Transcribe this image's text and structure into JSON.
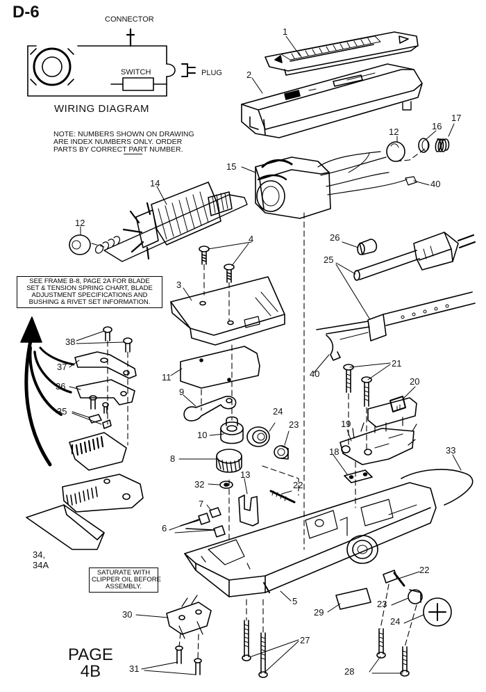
{
  "header": {
    "frame_id": "D-6"
  },
  "wiring": {
    "connector": "CONNECTOR",
    "switch": "SWITCH",
    "plug": "PLUG",
    "title": "WIRING DIAGRAM"
  },
  "notes": {
    "index_note": "NOTE: NUMBERS SHOWN ON DRAWING\nARE INDEX NUMBERS ONLY. ORDER\nPARTS BY CORRECT PART NUMBER.",
    "frame_ref": "SEE FRAME B-8, PAGE 2A FOR BLADE\nSET & TENSION SPRING CHART, BLADE\nADJUSTMENT SPECIFICATIONS AND\nBUSHING & RIVET SET INFORMATION.",
    "oil_note": "SATURATE WITH\nCLIPPER OIL BEFORE\nASSEMBLY."
  },
  "page_label": "PAGE\n4B",
  "callouts": {
    "c1": "1",
    "c2": "2",
    "c3": "3",
    "c4": "4",
    "c5": "5",
    "c6": "6",
    "c7": "7",
    "c8": "8",
    "c9": "9",
    "c10": "10",
    "c11": "11",
    "c12a": "12",
    "c12b": "12",
    "c13": "13",
    "c14": "14",
    "c15": "15",
    "c16": "16",
    "c17": "17",
    "c18": "18",
    "c19": "19",
    "c20": "20",
    "c21": "21",
    "c22a": "22",
    "c22b": "22",
    "c23a": "23",
    "c23b": "23",
    "c24a": "24",
    "c24b": "24",
    "c25": "25",
    "c26": "26",
    "c27": "27",
    "c28": "28",
    "c29": "29",
    "c30": "30",
    "c31": "31",
    "c32": "32",
    "c33": "33",
    "c34": "34,\n34A",
    "c35": "35",
    "c36": "36",
    "c37": "37",
    "c38": "38",
    "c40a": "40",
    "c40b": "40"
  }
}
